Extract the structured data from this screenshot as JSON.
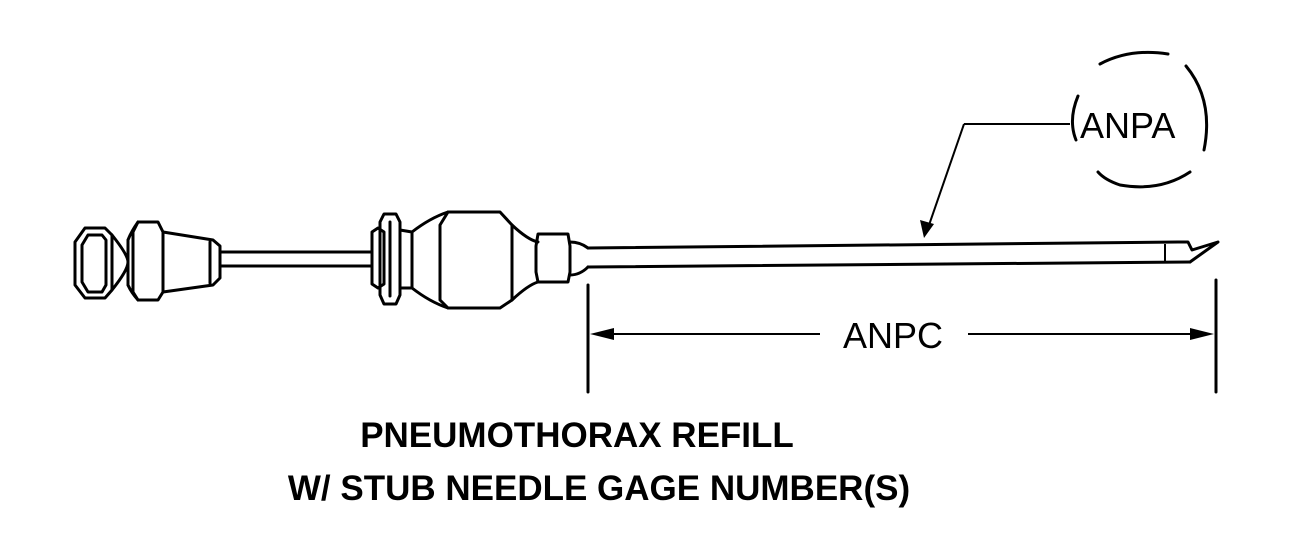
{
  "callouts": {
    "tip_label": "ANPA",
    "length_label": "ANPC"
  },
  "caption": {
    "line1": "PNEUMOTHORAX REFILL",
    "line2": "W/ STUB NEEDLE GAGE NUMBER(S)"
  }
}
